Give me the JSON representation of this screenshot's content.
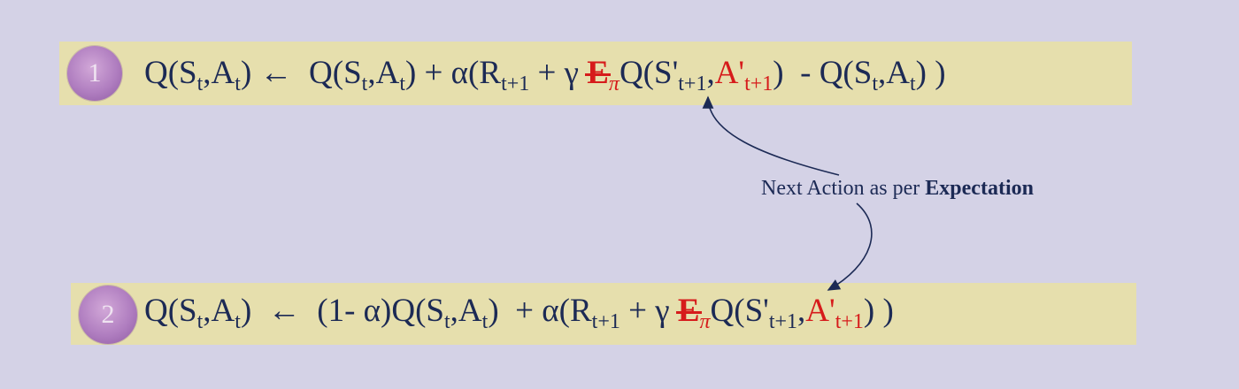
{
  "equation1": {
    "number": "1",
    "lhs_q": "Q(S",
    "lhs_s_sub": "t",
    "lhs_comma_a": ",A",
    "lhs_a_sub": "t",
    "lhs_close": ")",
    "arrow": " ← ",
    "rhs_q": " Q(S",
    "rhs_s_sub": "t",
    "rhs_comma_a": ",A",
    "rhs_a_sub": "t",
    "rhs_plus_alpha_r": ") + α(R",
    "r_sub": "t+1",
    "plus_gamma": " + γ ",
    "expectation_symbol": "E",
    "policy_symbol": "π",
    "q_next_open": "Q(S'",
    "s_next_sub": "t+1",
    "comma": ",",
    "a_next": "A'",
    "a_next_sub": "t+1",
    "minus_q": ")  - Q(S",
    "minus_s_sub": "t",
    "minus_comma_a": ",A",
    "minus_a_sub": "t",
    "tail": ") )"
  },
  "equation2": {
    "number": "2",
    "lhs_q": "Q(S",
    "lhs_s_sub": "t",
    "lhs_comma_a": ",A",
    "lhs_a_sub": "t",
    "lhs_close": ")",
    "arrow": "  ←  ",
    "one_minus_alpha_q": "(1- α)Q(S",
    "mid_s_sub": "t",
    "mid_comma_a": ",A",
    "mid_a_sub": "t",
    "plus_alpha_r": ")  + α(R",
    "r_sub": "t+1",
    "plus_gamma": " + γ ",
    "expectation_symbol": "E",
    "policy_symbol": "π",
    "q_next_open": "Q(S'",
    "s_next_sub": "t+1",
    "comma": ",",
    "a_next": "A'",
    "a_next_sub": "t+1",
    "tail": ") )"
  },
  "annotation": {
    "text_plain": "Next Action as per ",
    "text_bold": "Expectation"
  },
  "colors": {
    "background": "#d4d2e6",
    "equation_band": "#e6dfad",
    "text": "#1c2a55",
    "highlight": "#d61b1b",
    "badge": "#b07ec0"
  }
}
